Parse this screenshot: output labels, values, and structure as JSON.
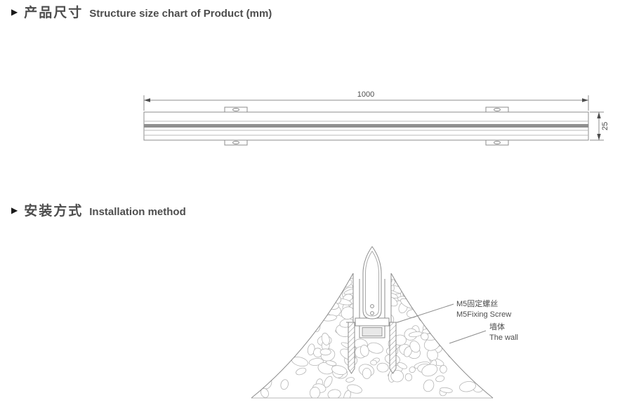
{
  "sections": {
    "product_size": {
      "marker": "▶",
      "title_zh": "产品尺寸",
      "title_en": "Structure size chart of Product (mm)"
    },
    "installation": {
      "marker": "▶",
      "title_zh": "安装方式",
      "title_en": "Installation method"
    }
  },
  "structure_drawing": {
    "length_dim": "1000",
    "height_dim": "25",
    "unit": "mm"
  },
  "installation_drawing": {
    "screw_label_zh": "M5固定螺丝",
    "screw_label_en": "M5Fixing Screw",
    "wall_label_zh": "墙体",
    "wall_label_en": "The wall"
  },
  "colors": {
    "line": "#8c8c8c",
    "text": "#4d4d4d",
    "band": "#8f8f8f"
  }
}
